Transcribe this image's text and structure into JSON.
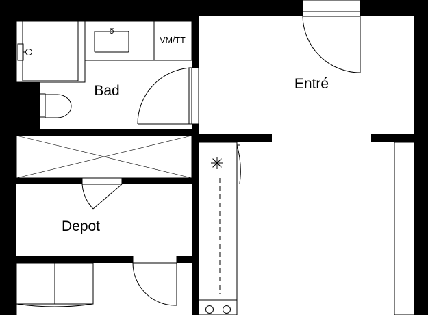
{
  "plan": {
    "rooms": {
      "bad": "Bad",
      "entre": "Entré",
      "depot": "Depot"
    },
    "fixtures": {
      "vm_tt": "VM/TT"
    },
    "icons": [
      "washbasin-icon",
      "toilet-icon",
      "shower-icon",
      "stove-icon",
      "fan-icon",
      "door-icon"
    ],
    "colors": {
      "walls": "#000000",
      "background": "#ffffff"
    }
  }
}
